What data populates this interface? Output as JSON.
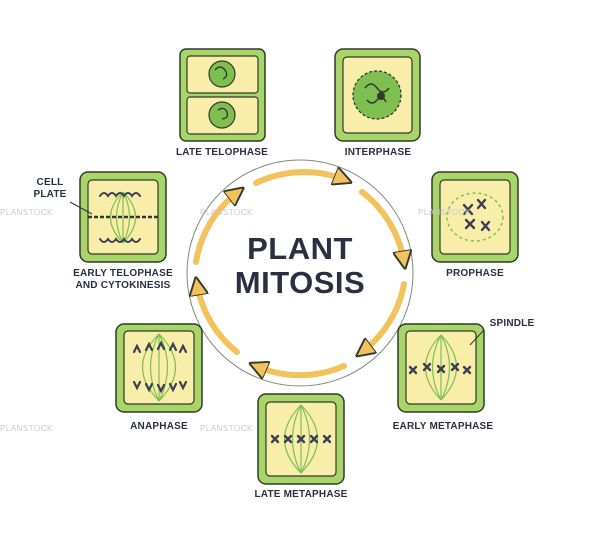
{
  "title": {
    "line1": "PLANT",
    "line2": "MITOSIS"
  },
  "stages": {
    "late_telophase": "LATE TELOPHASE",
    "interphase": "INTERPHASE",
    "prophase": "PROPHASE",
    "early_metaphase": "EARLY METAPHASE",
    "late_metaphase": "LATE METAPHASE",
    "anaphase": "ANAPHASE",
    "early_telophase_1": "EARLY TELOPHASE",
    "early_telophase_2": "AND CYTOKINESIS"
  },
  "callouts": {
    "cell_plate_1": "CELL",
    "cell_plate_2": "PLATE",
    "spindle": "SPINDLE"
  },
  "watermark": "PLANSTOCK",
  "colors": {
    "cell_fill": "#f8eeaa",
    "cell_wall": "#a8d468",
    "outline": "#2f3a2c",
    "nucleus": "#7fbf52",
    "arrow": "#f4c25c",
    "chromosome": "#3a3f52",
    "text": "#2a3042"
  }
}
